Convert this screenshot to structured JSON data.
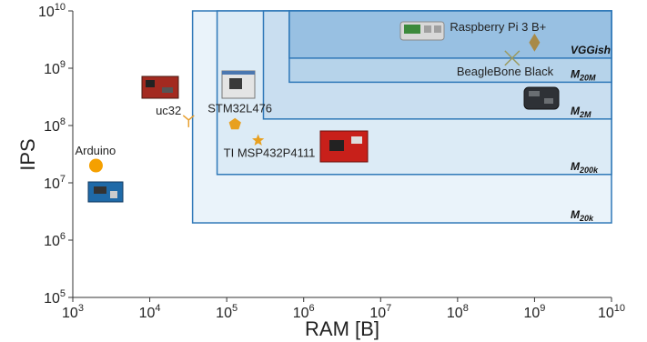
{
  "chart_data": {
    "type": "scatter",
    "xlabel": "RAM [B]",
    "ylabel": "IPS",
    "xscale": "log",
    "yscale": "log",
    "xlim": [
      1000,
      10000000000
    ],
    "ylim": [
      100000,
      10000000000
    ],
    "grid": false,
    "x_ticks": [
      {
        "base": "10",
        "exp": "3",
        "value": 1000
      },
      {
        "base": "10",
        "exp": "4",
        "value": 10000
      },
      {
        "base": "10",
        "exp": "5",
        "value": 100000
      },
      {
        "base": "10",
        "exp": "6",
        "value": 1000000
      },
      {
        "base": "10",
        "exp": "7",
        "value": 10000000
      },
      {
        "base": "10",
        "exp": "8",
        "value": 100000000
      },
      {
        "base": "10",
        "exp": "9",
        "value": 1000000000
      },
      {
        "base": "10",
        "exp": "10",
        "value": 10000000000
      }
    ],
    "y_ticks": [
      {
        "base": "10",
        "exp": "5",
        "value": 100000
      },
      {
        "base": "10",
        "exp": "6",
        "value": 1000000
      },
      {
        "base": "10",
        "exp": "7",
        "value": 10000000
      },
      {
        "base": "10",
        "exp": "8",
        "value": 100000000
      },
      {
        "base": "10",
        "exp": "9",
        "value": 1000000000
      },
      {
        "base": "10",
        "exp": "10",
        "value": 10000000000
      }
    ],
    "regions": [
      {
        "label_main": "M",
        "label_sub": "20k",
        "x_min": 36000,
        "y_min": 2000000,
        "fill": "#eaf3fa",
        "stroke": "#2f78b8"
      },
      {
        "label_main": "M",
        "label_sub": "200k",
        "x_min": 75000,
        "y_min": 14000000,
        "fill": "#dcebf6",
        "stroke": "#2f78b8"
      },
      {
        "label_main": "M",
        "label_sub": "2M",
        "x_min": 300000,
        "y_min": 130000000,
        "fill": "#c9def0",
        "stroke": "#2f78b8"
      },
      {
        "label_main": "M",
        "label_sub": "20M",
        "x_min": 650000,
        "y_min": 570000000,
        "fill": "#b6d3ea",
        "stroke": "#2f78b8"
      },
      {
        "label_main": "VGGish",
        "label_sub": "",
        "x_min": 650000,
        "y_min": 1500000000,
        "fill": "#98c0e2",
        "stroke": "#2f78b8"
      }
    ],
    "points": [
      {
        "name": "Arduino",
        "x": 2000,
        "y": 20000000,
        "marker": "circle",
        "color": "#f5a000"
      },
      {
        "name": "uc32",
        "x": 32000,
        "y": 125000000,
        "marker": "tri-y",
        "color": "#e8a030"
      },
      {
        "name": "STM32L476",
        "x": 128000,
        "y": 105000000,
        "marker": "pentagon",
        "color": "#e8a020"
      },
      {
        "name": "TI MSP432P4111",
        "x": 256000,
        "y": 55000000,
        "marker": "star",
        "color": "#e8a020"
      },
      {
        "name": "BeagleBone Black",
        "x": 512000000,
        "y": 1500000000,
        "marker": "x",
        "color": "#9a9a60"
      },
      {
        "name": "Raspberry Pi 3 B+",
        "x": 1000000000,
        "y": 2800000000,
        "marker": "diamond",
        "color": "#a88a48"
      }
    ]
  }
}
